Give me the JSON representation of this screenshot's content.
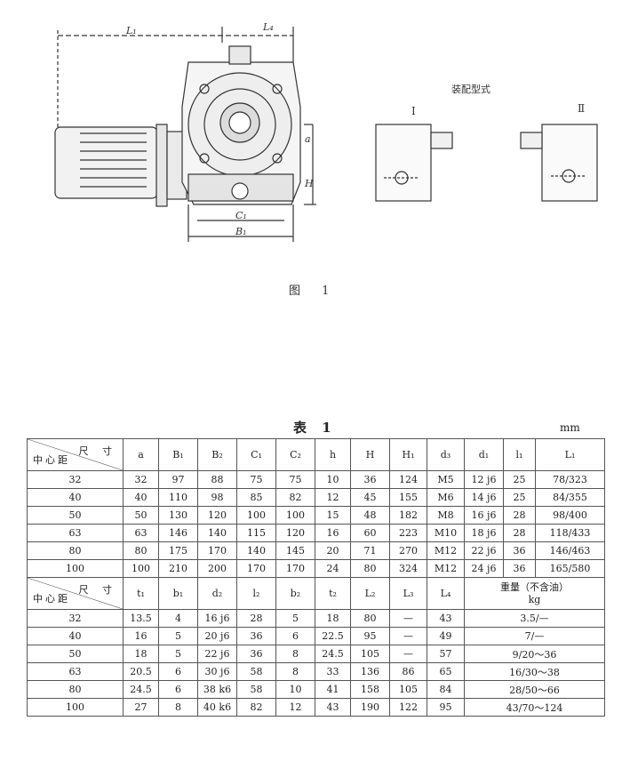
{
  "figure": {
    "labels": {
      "L1": "L₁",
      "L4": "L₄",
      "C1": "C₁",
      "B1": "B₁",
      "a": "a",
      "H": "H"
    },
    "assembly_title": "装配型式",
    "assembly_I": "I",
    "assembly_II": "Ⅱ",
    "caption": "图 1"
  },
  "table": {
    "title": "表 1",
    "unit": "mm",
    "corner_top": "尺 寸",
    "corner_bottom": "中心距",
    "header1": [
      "a",
      "B₁",
      "B₂",
      "C₁",
      "C₂",
      "h",
      "H",
      "H₁",
      "d₃",
      "d₁",
      "l₁",
      "L₁"
    ],
    "rows1": [
      [
        "32",
        "32",
        "97",
        "88",
        "75",
        "75",
        "10",
        "36",
        "124",
        "M5",
        "12 j6",
        "25",
        "78/323"
      ],
      [
        "40",
        "40",
        "110",
        "98",
        "85",
        "82",
        "12",
        "45",
        "155",
        "M6",
        "14 j6",
        "25",
        "84/355"
      ],
      [
        "50",
        "50",
        "130",
        "120",
        "100",
        "100",
        "15",
        "48",
        "182",
        "M8",
        "16 j6",
        "28",
        "98/400"
      ],
      [
        "63",
        "63",
        "146",
        "140",
        "115",
        "120",
        "16",
        "60",
        "223",
        "M10",
        "18 j6",
        "28",
        "118/433"
      ],
      [
        "80",
        "80",
        "175",
        "170",
        "140",
        "145",
        "20",
        "71",
        "270",
        "M12",
        "22 j6",
        "36",
        "146/463"
      ],
      [
        "100",
        "100",
        "210",
        "200",
        "170",
        "170",
        "24",
        "80",
        "324",
        "M12",
        "24 j6",
        "36",
        "165/580"
      ]
    ],
    "header2": [
      "t₁",
      "b₁",
      "d₂",
      "l₂",
      "b₂",
      "t₂",
      "L₂",
      "L₃",
      "L₄"
    ],
    "weight_header": "重量（不含油）",
    "weight_unit": "kg",
    "rows2": [
      [
        "32",
        "13.5",
        "4",
        "16 j6",
        "28",
        "5",
        "18",
        "80",
        "—",
        "43",
        "3.5/—"
      ],
      [
        "40",
        "16",
        "5",
        "20 j6",
        "36",
        "6",
        "22.5",
        "95",
        "—",
        "49",
        "7/—"
      ],
      [
        "50",
        "18",
        "5",
        "22 j6",
        "36",
        "8",
        "24.5",
        "105",
        "—",
        "57",
        "9/20～36"
      ],
      [
        "63",
        "20.5",
        "6",
        "30 j6",
        "58",
        "8",
        "33",
        "136",
        "86",
        "65",
        "16/30～38"
      ],
      [
        "80",
        "24.5",
        "6",
        "38 k6",
        "58",
        "10",
        "41",
        "158",
        "105",
        "84",
        "28/50～66"
      ],
      [
        "100",
        "27",
        "8",
        "40 k6",
        "82",
        "12",
        "43",
        "190",
        "122",
        "95",
        "43/70～124"
      ]
    ]
  }
}
